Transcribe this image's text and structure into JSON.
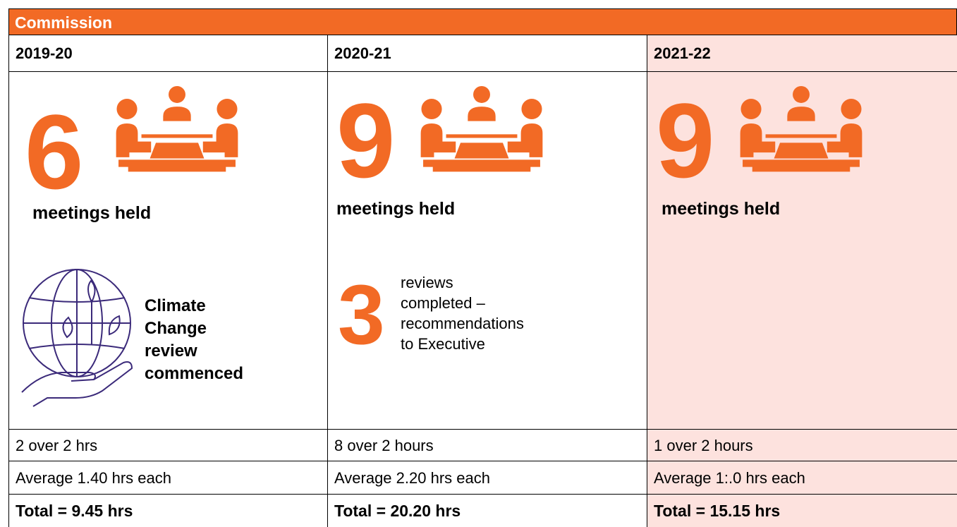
{
  "header": {
    "title": "Commission"
  },
  "columns": [
    {
      "year": "2019-20",
      "meetings_count": "6",
      "meetings_label": "meetings held",
      "climate": [
        "Climate",
        "Change",
        "review",
        "commenced"
      ],
      "over_2": "2 over 2 hrs",
      "average": "Average 1.40 hrs each",
      "total": "Total = 9.45 hrs"
    },
    {
      "year": "2020-21",
      "meetings_count": "9",
      "meetings_label": "meetings held",
      "reviews_count": "3",
      "reviews_text": [
        "reviews",
        "completed –",
        "recommendations",
        "to Executive"
      ],
      "over_2": "8 over 2 hours",
      "average": "Average 2.20 hrs each",
      "total": "Total = 20.20 hrs"
    },
    {
      "year": "2021-22",
      "meetings_count": "9",
      "meetings_label": "meetings held",
      "over_2": "1 over 2 hours",
      "average": "Average 1:.0 hrs each",
      "total": "Total = 15.15 hrs"
    }
  ],
  "icons": {
    "meeting": "meeting-table-icon",
    "globe": "globe-in-hand-icon"
  },
  "colors": {
    "accent": "#f26a25",
    "highlight": "#fde2de",
    "icon_outline": "#3b2a7a"
  }
}
